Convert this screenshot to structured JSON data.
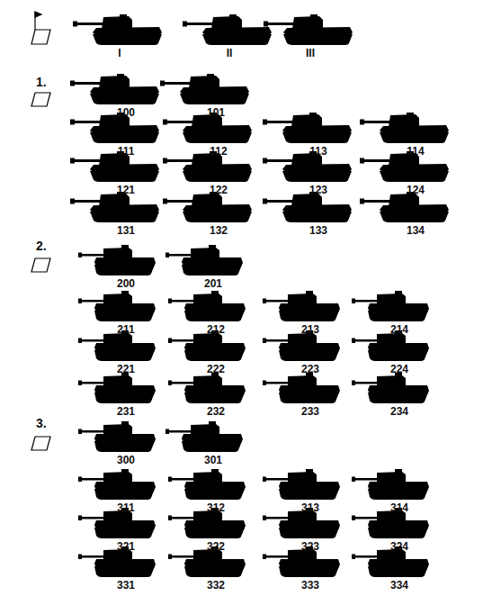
{
  "diagram": {
    "labels": [
      "I",
      "II",
      "III",
      "1.",
      "100",
      "101",
      "111",
      "112",
      "113",
      "114",
      "121",
      "122",
      "123",
      "124",
      "131",
      "132",
      "133",
      "134",
      "2.",
      "200",
      "201",
      "211",
      "212",
      "213",
      "214",
      "221",
      "222",
      "223",
      "224",
      "231",
      "232",
      "233",
      "234",
      "3.",
      "300",
      "301",
      "311",
      "312",
      "313",
      "314",
      "321",
      "322",
      "323",
      "324",
      "331",
      "332",
      "333",
      "334"
    ]
  }
}
